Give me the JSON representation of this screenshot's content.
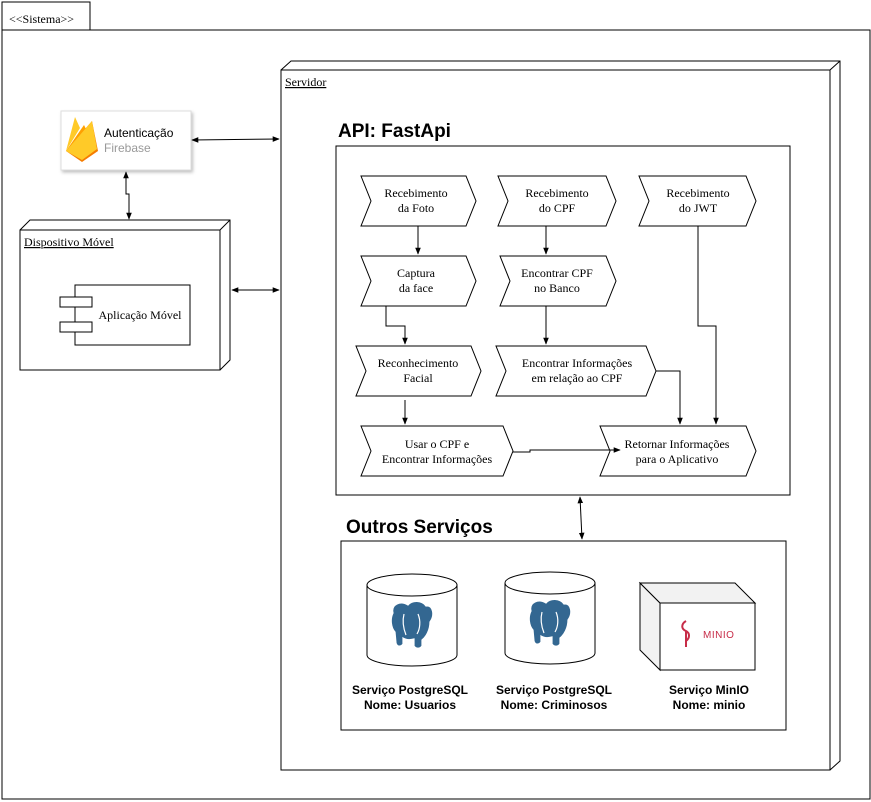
{
  "system": {
    "label": "<<Sistema>>"
  },
  "server": {
    "label": "Servidor"
  },
  "mobile_device": {
    "label": "Dispositivo Móvel",
    "component": "Aplicação Móvel"
  },
  "auth": {
    "title": "Autenticação",
    "subtitle": "Firebase",
    "icon": "firebase-flame-icon"
  },
  "api": {
    "title": "API: FastApi",
    "steps": {
      "receive_photo": [
        "Recebimento",
        "da Foto"
      ],
      "receive_cpf": [
        "Recebimento",
        "do CPF"
      ],
      "receive_jwt": [
        "Recebimento",
        "do JWT"
      ],
      "capture_face": [
        "Captura",
        "da face"
      ],
      "find_cpf": [
        "Encontrar CPF",
        "no Banco"
      ],
      "face_recognition": [
        "Reconhecimento",
        "Facial"
      ],
      "find_info_cpf": [
        "Encontrar Informações",
        "em relação ao CPF"
      ],
      "use_cpf": [
        "Usar o CPF e",
        "Encontrar Informações"
      ],
      "return_info": [
        "Retornar Informações",
        "para o Aplicativo"
      ]
    }
  },
  "other_services": {
    "title": "Outros Serviços",
    "services": [
      {
        "line1": "Serviço PostgreSQL",
        "line2": "Nome: Usuarios",
        "icon": "postgresql-elephant-icon"
      },
      {
        "line1": "Serviço PostgreSQL",
        "line2": "Nome: Criminosos",
        "icon": "postgresql-elephant-icon"
      },
      {
        "line1": "Serviço MinIO",
        "line2": "Nome: minio",
        "icon": "minio-logo-icon",
        "logo_text": "MINIO"
      }
    ]
  },
  "colors": {
    "stroke": "#000000",
    "firebase_yellow": "#FFCA28",
    "firebase_orange": "#F57C00",
    "firebase_amber": "#FFA000",
    "postgres_blue": "#336791",
    "minio_red": "#C72C48",
    "muted_text": "#999999"
  }
}
